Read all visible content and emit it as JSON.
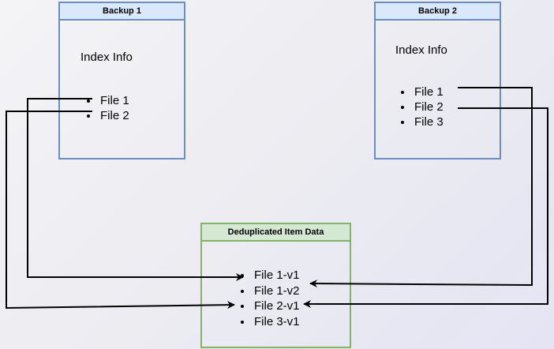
{
  "backup1": {
    "title": "Backup 1",
    "index_label": "Index Info",
    "files": [
      "File 1",
      "File 2"
    ]
  },
  "backup2": {
    "title": "Backup 2",
    "index_label": "Index Info",
    "files": [
      "File 1",
      "File 2",
      "File 3"
    ]
  },
  "dedup": {
    "title": "Deduplicated Item Data",
    "items": [
      "File 1-v1",
      "File 1-v2",
      "File 2-v1",
      "File 3-v1"
    ]
  },
  "colors": {
    "backup_fill": "#dae8fc",
    "backup_stroke": "#6c8ebf",
    "dedup_fill": "#d5e8d4",
    "dedup_stroke": "#82b366",
    "connector": "#000000"
  }
}
